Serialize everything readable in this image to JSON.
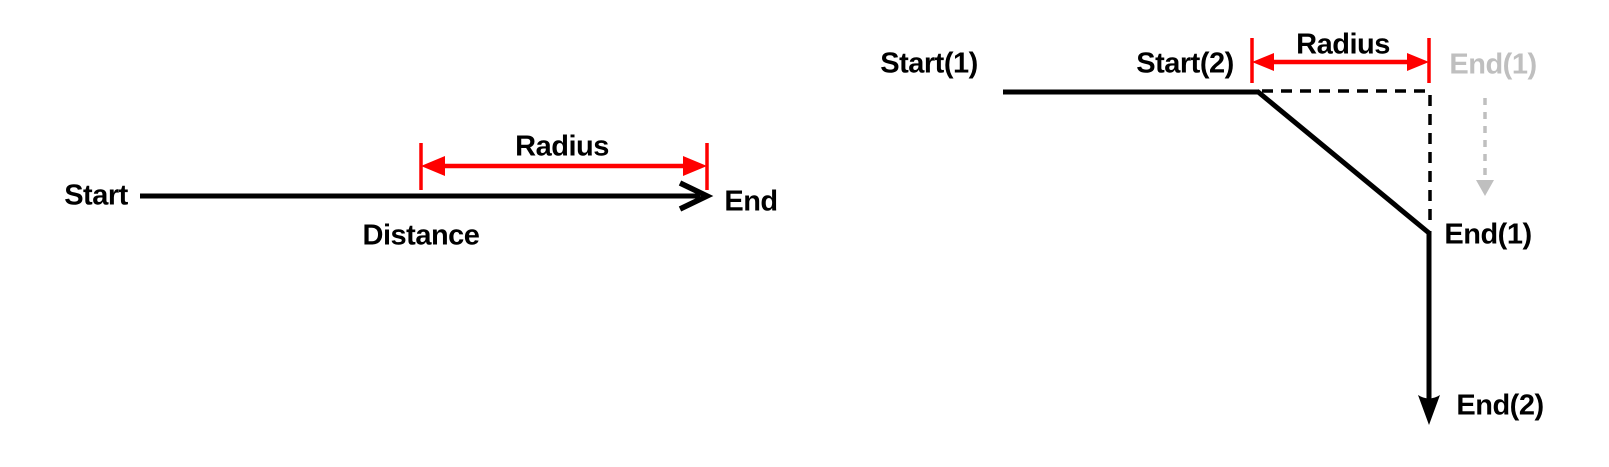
{
  "canvas": {
    "background": "#ffffff"
  },
  "colors": {
    "ink": "#000000",
    "accent_red": "#ff0000",
    "ghost_gray": "#bfbfbf"
  },
  "left_diagram": {
    "start_label": "Start",
    "end_label": "End",
    "distance_label": "Distance",
    "radius_label": "Radius"
  },
  "right_diagram": {
    "start1_label": "Start(1)",
    "start2_label": "Start(2)",
    "radius_label": "Radius",
    "end1_ghost_label": "End(1)",
    "end1_label": "End(1)",
    "end2_label": "End(2)"
  }
}
